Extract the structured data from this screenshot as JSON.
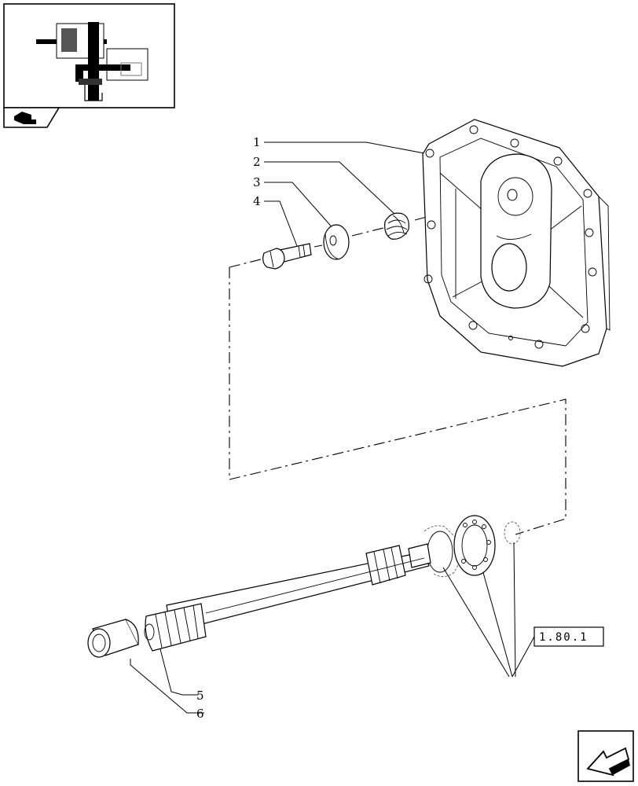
{
  "callouts": {
    "c1": "1",
    "c2": "2",
    "c3": "3",
    "c4": "4",
    "c5": "5",
    "c6": "6"
  },
  "reference": {
    "label": "1.80.1"
  },
  "icons": {
    "thumbnail": "assembly-thumbnail-icon",
    "breadcrumb": "folder-arrow-icon",
    "next": "next-page-arrow-icon"
  }
}
